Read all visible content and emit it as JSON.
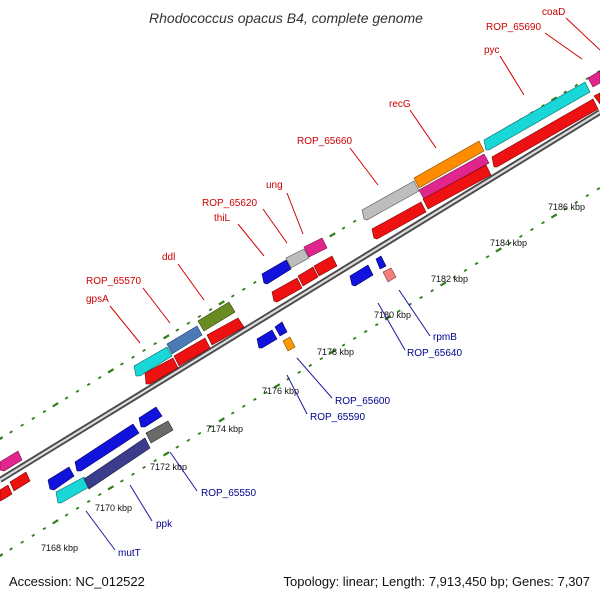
{
  "title": "Rhodococcus opacus B4, complete genome",
  "footer": {
    "accession": "Accession: NC_012522",
    "summary": "Topology: linear; Length: 7,913,450 bp; Genes: 7,307"
  },
  "colors": {
    "backbone": "#888888",
    "ticks": "#2e7d1a",
    "red_label": "#cc0000",
    "blue_label": "#00008b"
  },
  "tick_labels": [
    "7168 kbp",
    "7170 kbp",
    "7172 kbp",
    "7174 kbp",
    "7176 kbp",
    "7178 kbp",
    "7180 kbp",
    "7182 kbp",
    "7184 kbp",
    "7186 kbp"
  ],
  "gene_labels_red": [
    "gpsA",
    "ROP_65570",
    "ddl",
    "thiL",
    "ROP_65620",
    "ung",
    "ROP_65660",
    "recG",
    "pyc",
    "ROP_65690",
    "coaD"
  ],
  "gene_labels_blue": [
    "mutT",
    "ppk",
    "ROP_65550",
    "ROP_65590",
    "ROP_65600",
    "ROP_65640",
    "rpmB"
  ]
}
